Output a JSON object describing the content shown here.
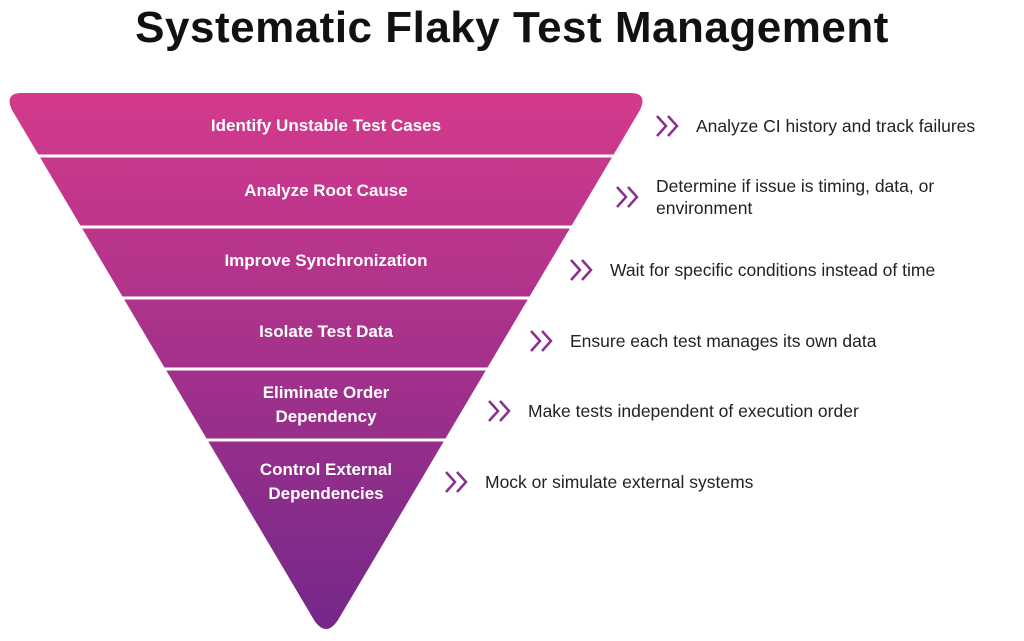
{
  "title": "Systematic Flaky Test Management",
  "colors": {
    "top": "#d43a8c",
    "bottom": "#7a2a85",
    "chevron": "#8a2f8f"
  },
  "levels": [
    {
      "label": "Identify Unstable Test Cases",
      "description": "Analyze CI history and track failures"
    },
    {
      "label": "Analyze Root Cause",
      "description": "Determine if issue is timing, data, or environment"
    },
    {
      "label": "Improve Synchronization",
      "description": "Wait for specific conditions instead of time"
    },
    {
      "label": "Isolate Test Data",
      "description": "Ensure each test manages its own data"
    },
    {
      "label": "Eliminate Order Dependency",
      "description": "Make tests independent of execution order"
    },
    {
      "label": "Control External Dependencies",
      "description": "Mock or simulate external systems"
    }
  ]
}
